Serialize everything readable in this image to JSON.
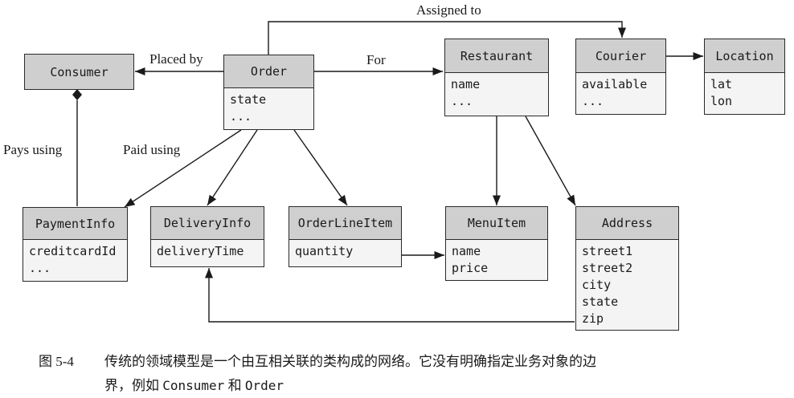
{
  "classes": {
    "consumer": {
      "name": "Consumer",
      "attrs": []
    },
    "order": {
      "name": "Order",
      "attrs": [
        "state",
        "..."
      ]
    },
    "restaurant": {
      "name": "Restaurant",
      "attrs": [
        "name",
        "..."
      ]
    },
    "courier": {
      "name": "Courier",
      "attrs": [
        "available",
        "..."
      ]
    },
    "location": {
      "name": "Location",
      "attrs": [
        "lat",
        "lon"
      ]
    },
    "paymentinfo": {
      "name": "PaymentInfo",
      "attrs": [
        "creditcardId",
        "..."
      ]
    },
    "deliveryinfo": {
      "name": "DeliveryInfo",
      "attrs": [
        "deliveryTime"
      ]
    },
    "orderlineitem": {
      "name": "OrderLineItem",
      "attrs": [
        "quantity"
      ]
    },
    "menuitem": {
      "name": "MenuItem",
      "attrs": [
        "name",
        "price"
      ]
    },
    "address": {
      "name": "Address",
      "attrs": [
        "street1",
        "street2",
        "city",
        "state",
        "zip"
      ]
    }
  },
  "labels": {
    "assigned_to": "Assigned to",
    "placed_by": "Placed by",
    "for": "For",
    "pays_using": "Pays using",
    "paid_using": "Paid using"
  },
  "caption": {
    "number": "图 5-4",
    "line1": "传统的领域模型是一个由互相关联的类构成的网络。它没有明确指定业务对象的边",
    "line2_prefix": "界，例如",
    "term1": "Consumer",
    "conj": "和",
    "term2": "Order"
  }
}
